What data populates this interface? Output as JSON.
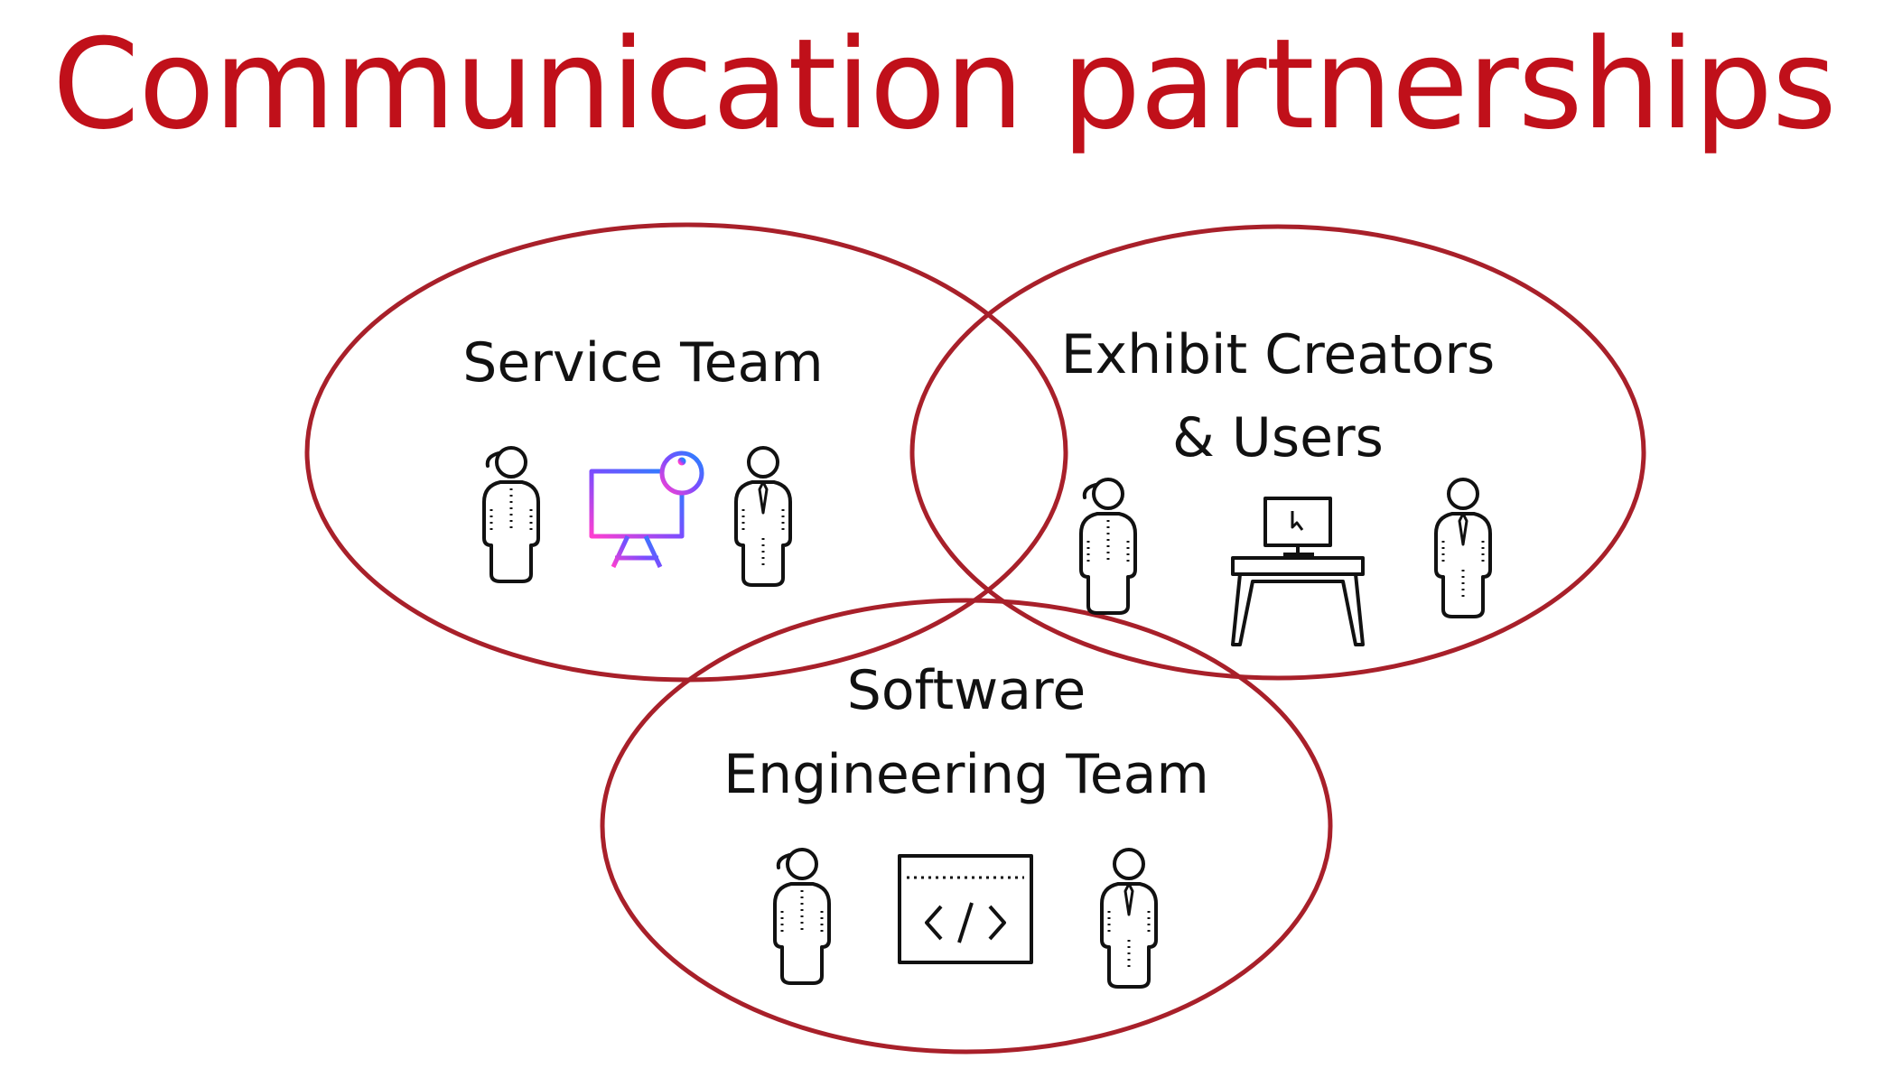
{
  "title": "Communication partnerships",
  "colors": {
    "accent": "#c0101a",
    "ellipse_stroke": "#a8202a",
    "text": "#111111",
    "presentation_icon_gradient": [
      "#ff3fd0",
      "#7a4dff",
      "#1e88ff"
    ]
  },
  "groups": {
    "service": {
      "label": "Service Team",
      "icons": [
        "female-person-icon",
        "presentation-info-icon",
        "male-person-icon"
      ]
    },
    "exhibit": {
      "label_line1": "Exhibit Creators",
      "label_line2": "& Users",
      "icons": [
        "female-person-icon",
        "desk-computer-icon",
        "male-person-icon"
      ]
    },
    "software": {
      "label_line1": "Software",
      "label_line2": "Engineering Team",
      "icons": [
        "female-person-icon",
        "code-window-icon",
        "male-person-icon"
      ]
    }
  }
}
